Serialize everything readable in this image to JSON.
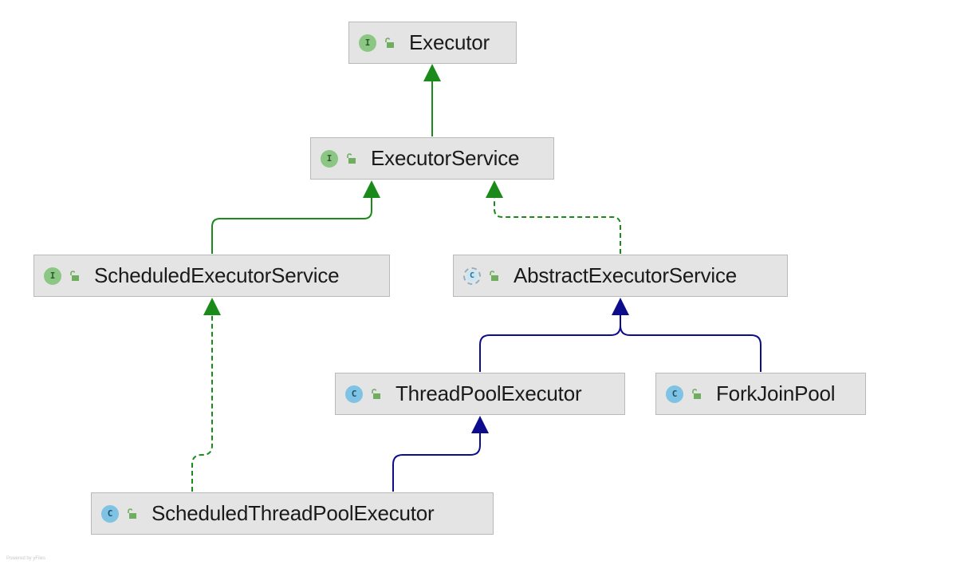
{
  "diagram": {
    "nodes": [
      {
        "id": "executor",
        "kind": "I",
        "label": "Executor"
      },
      {
        "id": "executor-service",
        "kind": "I",
        "label": "ExecutorService"
      },
      {
        "id": "scheduled-executor-service",
        "kind": "I",
        "label": "ScheduledExecutorService"
      },
      {
        "id": "abstract-executor-service",
        "kind": "C",
        "label": "AbstractExecutorService"
      },
      {
        "id": "thread-pool-executor",
        "kind": "C",
        "label": "ThreadPoolExecutor"
      },
      {
        "id": "fork-join-pool",
        "kind": "C",
        "label": "ForkJoinPool"
      },
      {
        "id": "scheduled-thread-pool-executor",
        "kind": "C",
        "label": "ScheduledThreadPoolExecutor"
      }
    ],
    "edges": [
      {
        "from": "executor-service",
        "to": "executor",
        "type": "extends-interface"
      },
      {
        "from": "scheduled-executor-service",
        "to": "executor-service",
        "type": "extends-interface"
      },
      {
        "from": "abstract-executor-service",
        "to": "executor-service",
        "type": "implements"
      },
      {
        "from": "thread-pool-executor",
        "to": "abstract-executor-service",
        "type": "extends-class"
      },
      {
        "from": "fork-join-pool",
        "to": "abstract-executor-service",
        "type": "extends-class"
      },
      {
        "from": "scheduled-thread-pool-executor",
        "to": "thread-pool-executor",
        "type": "extends-class"
      },
      {
        "from": "scheduled-thread-pool-executor",
        "to": "scheduled-executor-service",
        "type": "implements"
      }
    ]
  },
  "colors": {
    "interface_edge": "#1a8a1a",
    "class_edge": "#0c0c8c",
    "node_fill": "#e4e4e4",
    "node_border": "#b9b9b9"
  },
  "footer": {
    "text": "Powered by yFiles"
  }
}
